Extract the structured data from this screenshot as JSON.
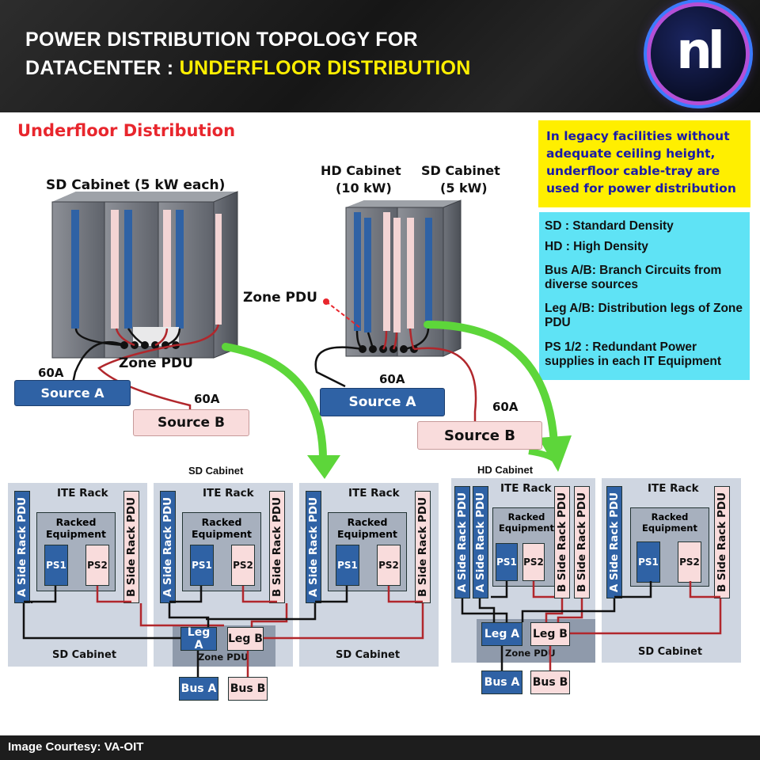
{
  "header": {
    "title_line1": "POWER DISTRIBUTION TOPOLOGY FOR",
    "title_line2_prefix": "DATACENTER : ",
    "title_line2_highlight": "UNDERFLOOR  DISTRIBUTION",
    "logo_text": "nl"
  },
  "section_title": "Underfloor Distribution",
  "note": "In legacy facilities without adequate ceiling height, underfloor cable-tray  are used for power distribution",
  "legend": [
    "SD : Standard Density",
    "HD : High Density",
    "Bus A/B: Branch Circuits from diverse sources",
    "Leg A/B: Distribution legs of Zone PDU",
    "PS 1/2 : Redundant Power supplies in each IT Equipment"
  ],
  "top_left": {
    "cabinet_label": "SD Cabinet (5 kW each)",
    "zone_pdu": "Zone PDU",
    "amp_a": "60A",
    "amp_b": "60A",
    "source_a": "Source A",
    "source_b": "Source B"
  },
  "top_right": {
    "hd_label_1": "HD Cabinet",
    "hd_label_2": "(10 kW)",
    "sd_label_1": "SD Cabinet",
    "sd_label_2": "(5 kW)",
    "zone_pdu": "Zone PDU",
    "amp_a": "60A",
    "amp_b": "60A",
    "source_a": "Source A",
    "source_b": "Source B"
  },
  "bottom_left": {
    "caption": "SD Cabinet",
    "racks": [
      {
        "title": "ITE Rack",
        "a_pdu": "A Side Rack PDU",
        "b_pdu": "B Side Rack PDU",
        "equip": "Racked Equipment",
        "ps1": "PS1",
        "ps2": "PS2",
        "footer": "SD Cabinet"
      },
      {
        "title": "ITE Rack",
        "a_pdu": "A Side Rack PDU",
        "b_pdu": "B Side Rack PDU",
        "equip": "Racked Equipment",
        "ps1": "PS1",
        "ps2": "PS2",
        "footer": ""
      },
      {
        "title": "ITE Rack",
        "a_pdu": "A Side Rack PDU",
        "b_pdu": "B Side Rack PDU",
        "equip": "Racked Equipment",
        "ps1": "PS1",
        "ps2": "PS2",
        "footer": "SD Cabinet"
      }
    ],
    "leg_a": "Leg A",
    "leg_b": "Leg B",
    "zone_pdu": "Zone PDU",
    "bus_a": "Bus A",
    "bus_b": "Bus B"
  },
  "bottom_right": {
    "caption": "HD Cabinet",
    "racks": [
      {
        "title": "ITE Rack",
        "a_pdu": "A Side Rack PDU",
        "b_pdu": "B Side Rack PDU",
        "equip": "Racked Equipment",
        "ps1": "PS1",
        "ps2": "PS2",
        "footer": ""
      },
      {
        "title": "ITE Rack",
        "a_pdu": "A Side Rack PDU",
        "b_pdu": "B Side Rack PDU",
        "equip": "Racked Equipment",
        "ps1": "PS1",
        "ps2": "PS2",
        "footer": "SD Cabinet"
      }
    ],
    "leg_a": "Leg A",
    "leg_b": "Leg B",
    "zone_pdu": "Zone PDU",
    "bus_a": "Bus A",
    "bus_b": "Bus B"
  },
  "footer": "Image Courtesy: VA-OIT",
  "colors": {
    "header_bg": "#1a1a1a",
    "title_highlight": "#ffef00",
    "section_title": "#e8262d",
    "note_bg": "#ffef00",
    "note_text": "#1a1aa8",
    "legend_bg": "#5fe3f5",
    "a_side": "#2f62a5",
    "b_side": "#f9dcdc",
    "bus_a_wire": "#111111",
    "bus_b_wire": "#b1272c",
    "arrow": "#5dd63a"
  }
}
